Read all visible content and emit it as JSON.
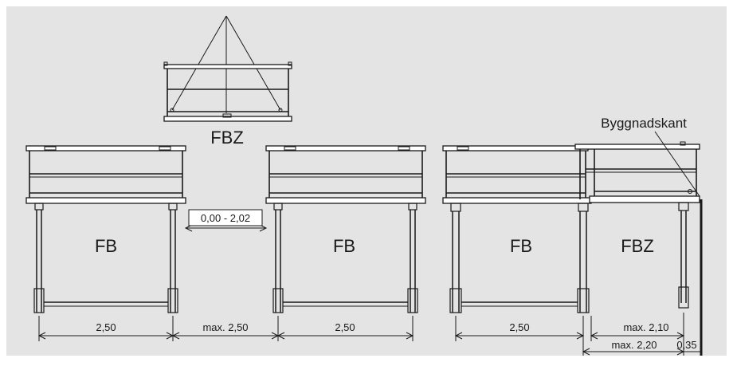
{
  "colors": {
    "background_panel": "#e4e4e4",
    "line": "#1a1a1a",
    "box_fill": "#ffffff"
  },
  "labels": {
    "top_module": "FBZ",
    "fb_left": "FB",
    "fb_middle": "FB",
    "fb_right": "FB",
    "fbz_right": "FBZ",
    "building_edge": "Byggnadskant"
  },
  "dimensions": {
    "gap_range": "0,00 - 2,02",
    "width_left": "2,50",
    "max_between": "max. 2,50",
    "width_middle": "2,50",
    "width_right_fb": "2,50",
    "max_fbz": "max. 2,10",
    "max_total": "max. 2,20",
    "edge_offset": "0,35"
  }
}
